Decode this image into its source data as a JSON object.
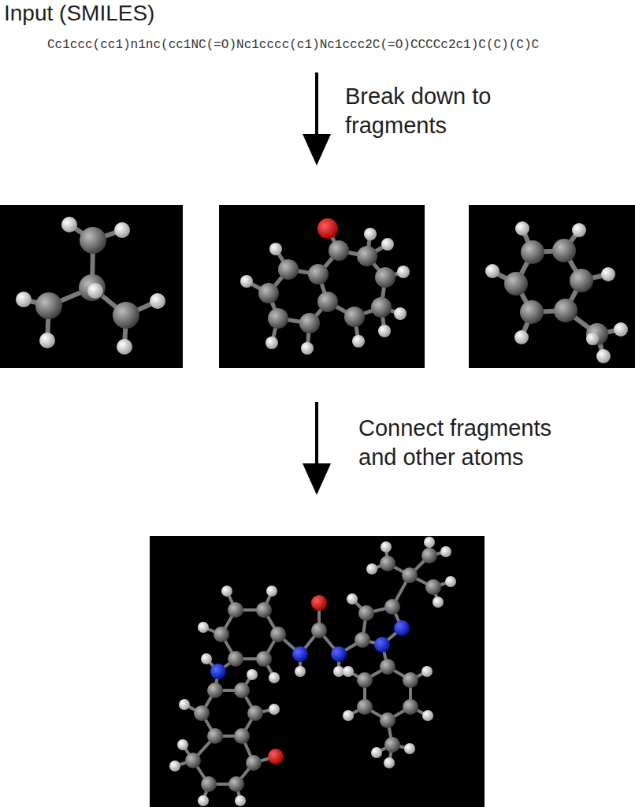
{
  "diagram": {
    "labels": [
      "Input (SMILES)",
      "Cc1ccc(cc1)n1nc(cc1NC(=O)Nc1cccc(c1)Nc1ccc2C(=O)CCCCc2c1)C(C)(C)C",
      "Break down to fragments",
      "Connect fragments and other atoms"
    ]
  }
}
